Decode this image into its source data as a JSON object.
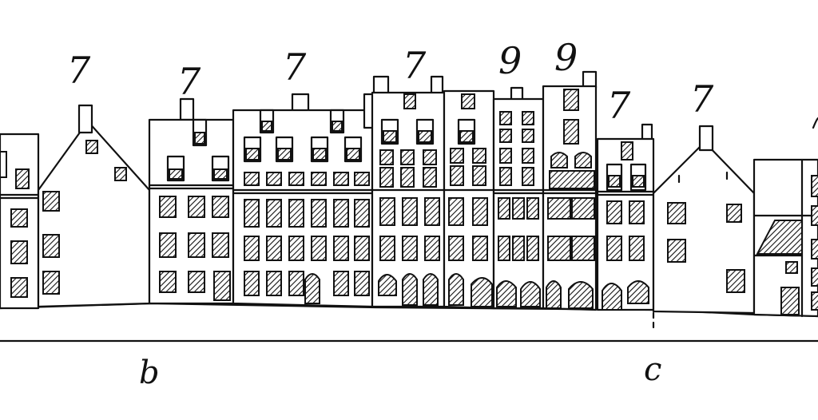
{
  "drawing": {
    "height_marks": [
      "7",
      "7",
      "7",
      "7",
      "9",
      "9",
      "7",
      "7"
    ],
    "position_labels": {
      "left": "b",
      "right": "c"
    },
    "colors": {
      "ink": "#111111",
      "paper": "#ffffff"
    }
  }
}
